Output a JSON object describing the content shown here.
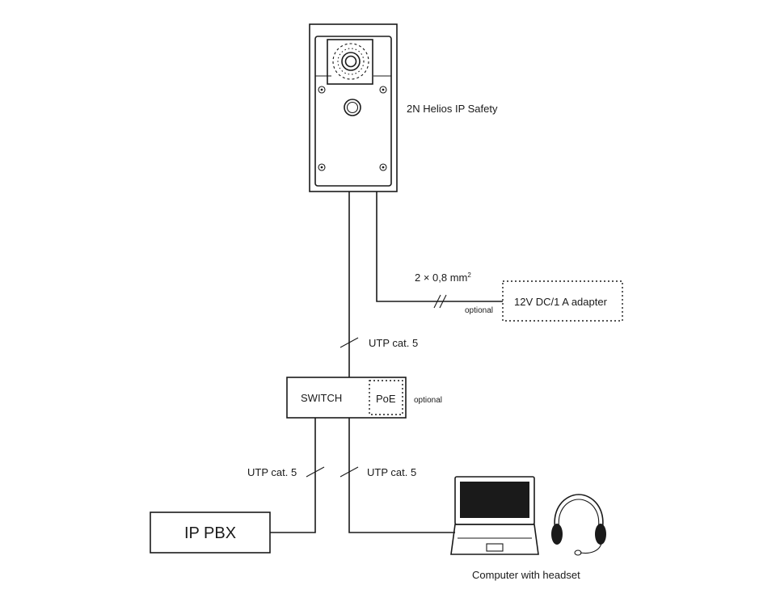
{
  "device": {
    "label": "2N Helios IP Safety"
  },
  "power": {
    "cable_label": "2 × 0,8 mm",
    "cable_superscript": "2",
    "optional_label": "optional",
    "adapter_label": "12V DC/1 A adapter"
  },
  "uplink": {
    "cable_label": "UTP cat. 5"
  },
  "switch": {
    "label": "SWITCH",
    "poe_label": "PoE",
    "optional_label": "optional"
  },
  "pbx_link": {
    "cable_label": "UTP cat. 5"
  },
  "pc_link": {
    "cable_label": "UTP cat. 5"
  },
  "pbx": {
    "label": "IP PBX"
  },
  "computer": {
    "label": "Computer with headset"
  }
}
